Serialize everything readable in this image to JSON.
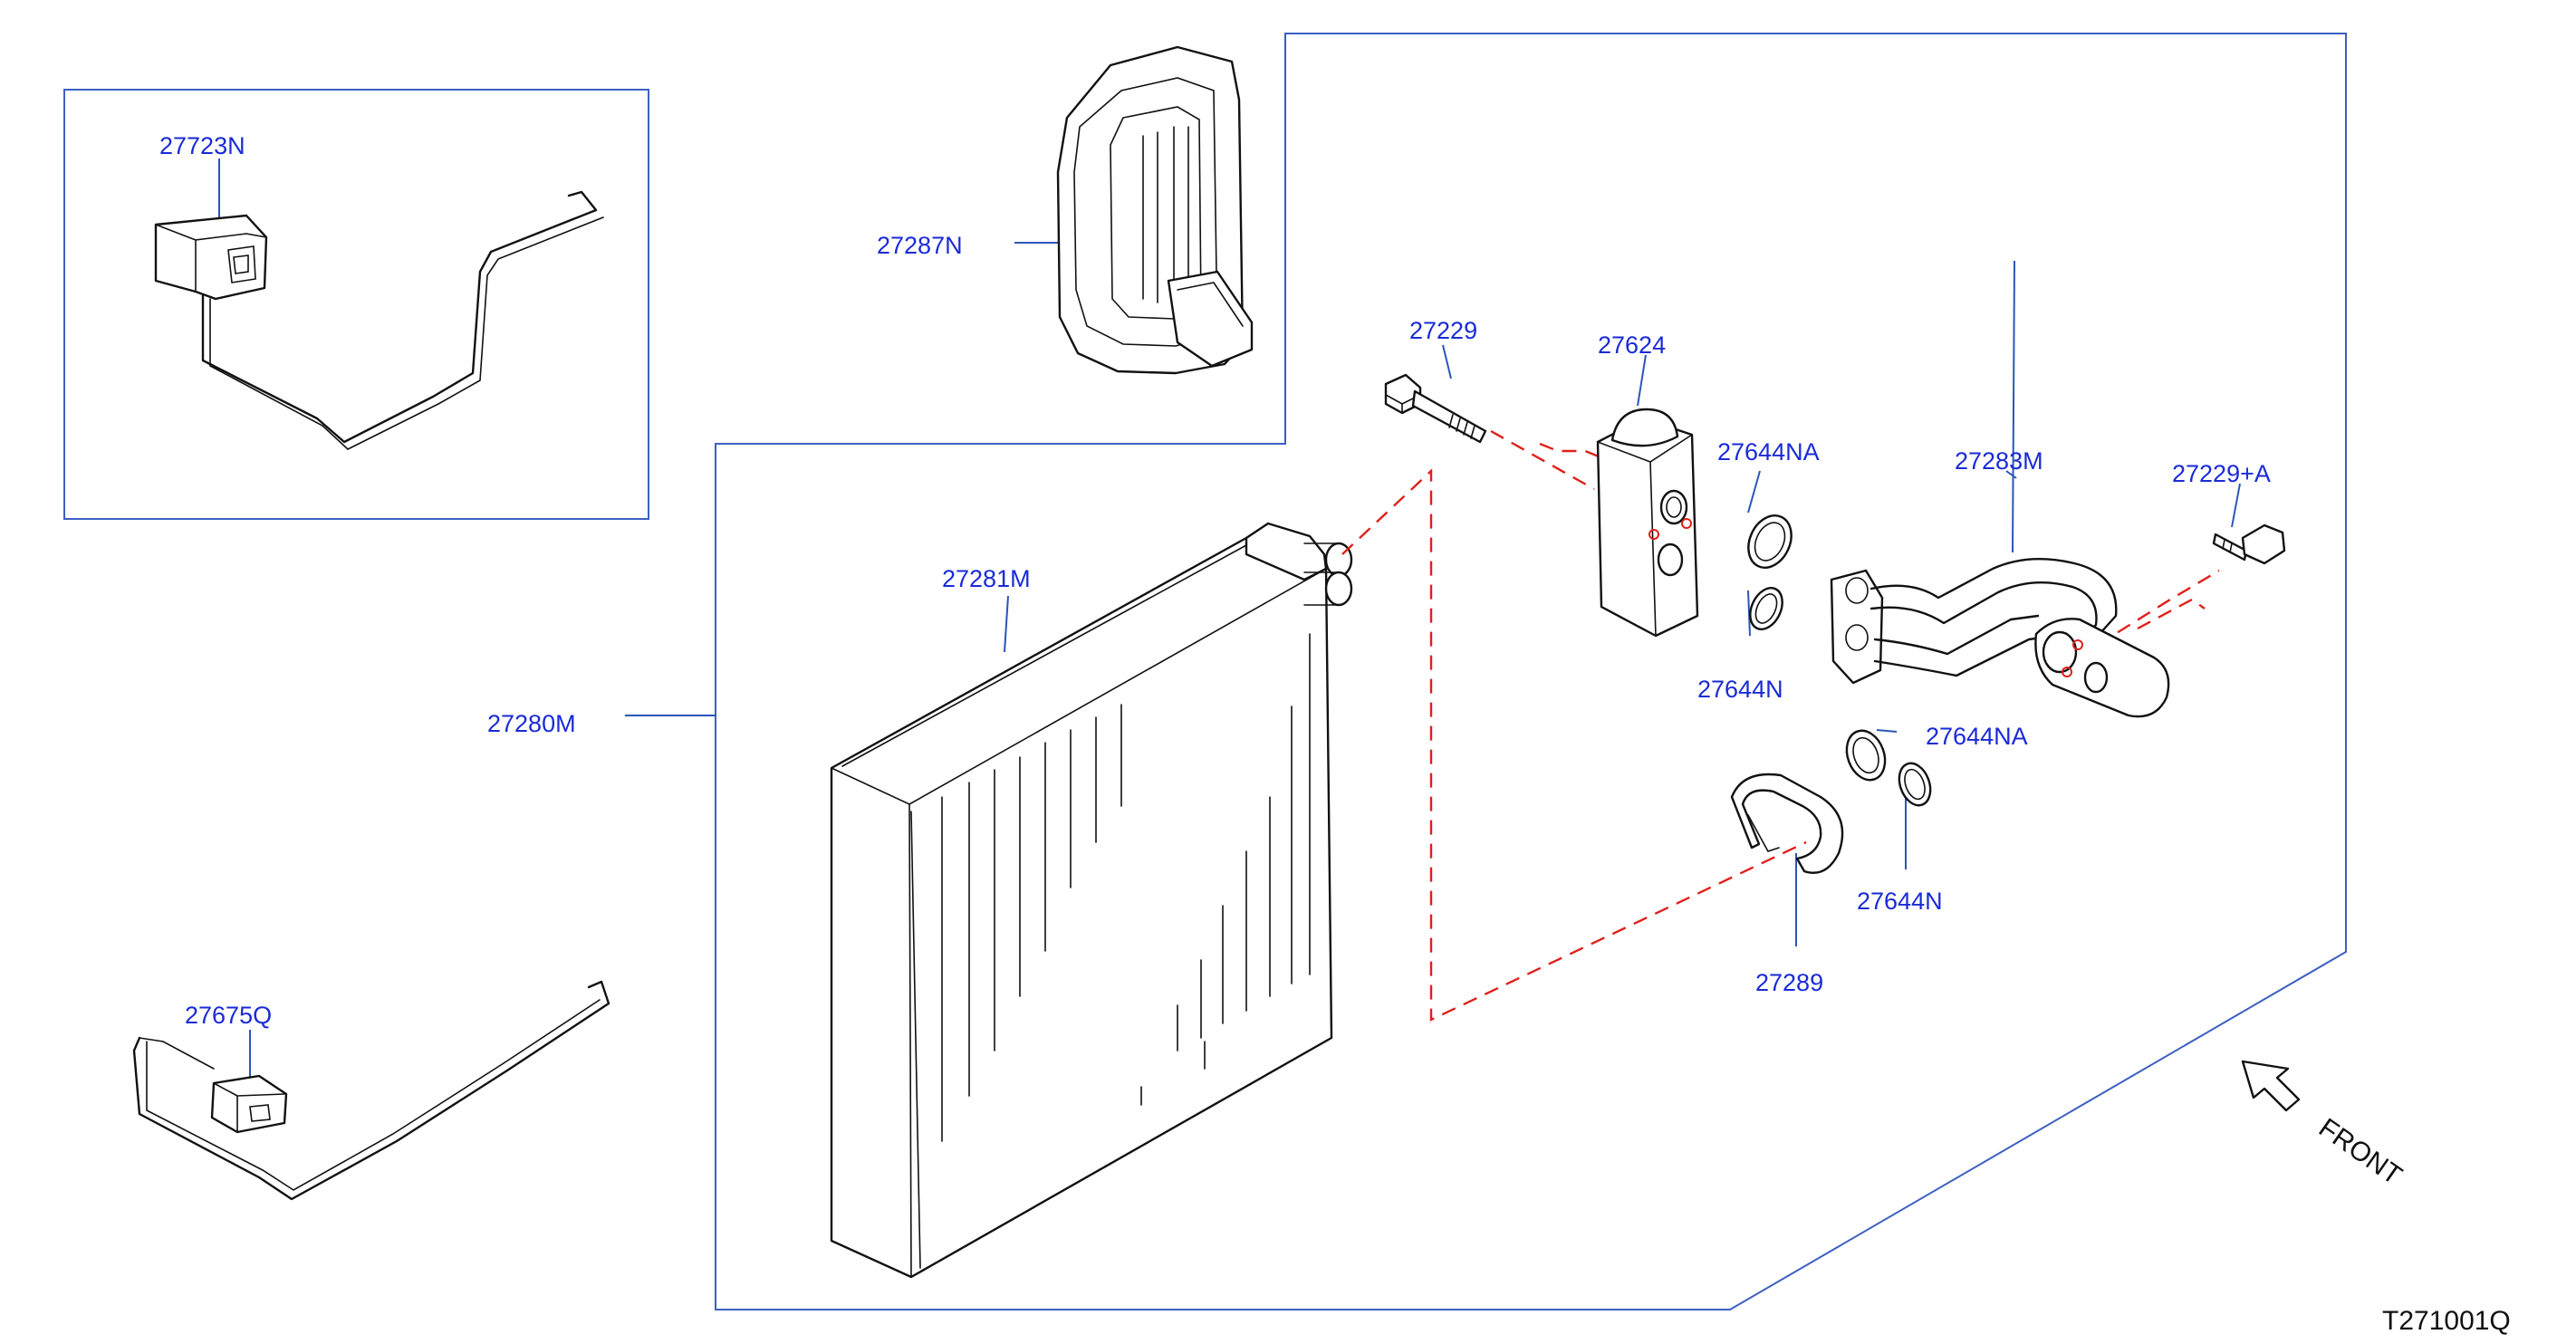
{
  "diagram": {
    "reference_code": "T271001Q",
    "front_label": "FRONT",
    "parts": {
      "p27723N": "27723N",
      "p27287N": "27287N",
      "p27229": "27229",
      "p27624": "27624",
      "p27644NA_top": "27644NA",
      "p27283M": "27283M",
      "p27229A": "27229+A",
      "p27281M": "27281M",
      "p27644N_top": "27644N",
      "p27280M": "27280M",
      "p27644NA_bottom": "27644NA",
      "p27644N_bottom": "27644N",
      "p27289": "27289",
      "p27675Q": "27675Q"
    }
  }
}
